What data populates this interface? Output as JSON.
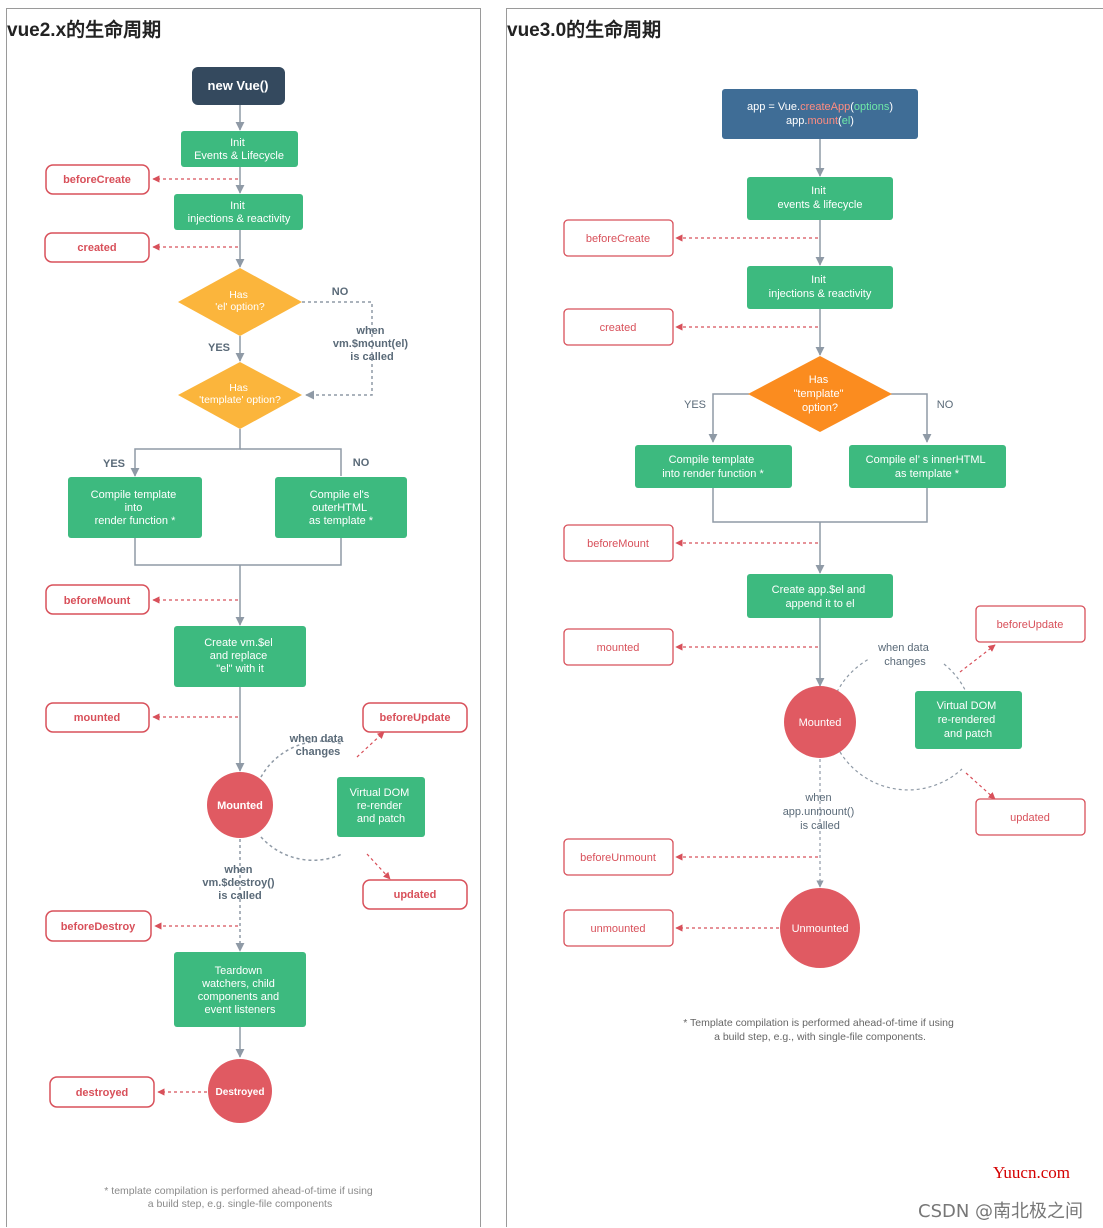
{
  "vue2": {
    "title": "vue2.x的生命周期",
    "start": "new Vue()",
    "init_events": [
      "Init",
      "Events & Lifecycle"
    ],
    "init_injections": [
      "Init",
      "injections & reactivity"
    ],
    "has_el": [
      "Has",
      "'el' option?"
    ],
    "has_template": [
      "Has",
      "'template' option?"
    ],
    "label_no_1": "NO",
    "label_yes_1": "YES",
    "when_mount": [
      "when",
      "vm.$mount(el)",
      "is called"
    ],
    "label_yes_2": "YES",
    "label_no_2": "NO",
    "compile_template": [
      "Compile template",
      "into",
      "render function *"
    ],
    "compile_el": [
      "Compile el's",
      "outerHTML",
      "as template *"
    ],
    "create_el": [
      "Create vm.$el",
      "and replace",
      "\"el\" with it"
    ],
    "mounted_circle": "Mounted",
    "when_data_changes": [
      "when data",
      "changes"
    ],
    "virtual_dom": [
      "Virtual DOM",
      "re-render",
      "and patch"
    ],
    "when_destroy": [
      "when",
      "vm.$destroy()",
      "is called"
    ],
    "teardown": [
      "Teardown",
      "watchers, child",
      "components and",
      "event listeners"
    ],
    "destroyed_circle": "Destroyed",
    "hooks": {
      "beforeCreate": "beforeCreate",
      "created": "created",
      "beforeMount": "beforeMount",
      "mounted": "mounted",
      "beforeUpdate": "beforeUpdate",
      "updated": "updated",
      "beforeDestroy": "beforeDestroy",
      "destroyed": "destroyed"
    },
    "footnote": [
      "* template compilation is performed ahead-of-time if using",
      "a build step, e.g. single-file components"
    ]
  },
  "vue3": {
    "title": "vue3.0的生命周期",
    "start_line1": [
      "app = Vue.",
      "createApp",
      "(",
      "options",
      ")"
    ],
    "start_line2": [
      "app.",
      "mount",
      "(",
      "el",
      ")"
    ],
    "init_events": [
      "Init",
      "events & lifecycle"
    ],
    "init_injections": [
      "Init",
      "injections & reactivity"
    ],
    "has_template": [
      "Has",
      "\"template\"",
      "option?"
    ],
    "label_yes": "YES",
    "label_no": "NO",
    "compile_template": [
      "Compile template",
      "into render function *"
    ],
    "compile_el": [
      "Compile el’ s innerHTML",
      "as template *"
    ],
    "create_el": [
      "Create app.$el and",
      "append it to el"
    ],
    "mounted_circle": "Mounted",
    "when_data_changes": [
      "when data",
      "changes"
    ],
    "virtual_dom": [
      "Virtual DOM",
      "re-rendered",
      "and patch"
    ],
    "when_unmount": [
      "when",
      "app.unmount()",
      "is called"
    ],
    "unmounted_circle": "Unmounted",
    "hooks": {
      "beforeCreate": "beforeCreate",
      "created": "created",
      "beforeMount": "beforeMount",
      "mounted": "mounted",
      "beforeUpdate": "beforeUpdate",
      "updated": "updated",
      "beforeUnmount": "beforeUnmount",
      "unmounted": "unmounted"
    },
    "footnote": [
      "* Template compilation is performed ahead-of-time if using",
      "a build step, e.g., with single-file components."
    ]
  },
  "watermark": {
    "site": "Yuucn.com",
    "csdn": "CSDN @南北极之间"
  },
  "colors": {
    "green": "#3dba7f",
    "dark_navy": "#34495e",
    "steel_blue": "#3f6d96",
    "yellow": "#fbb53c",
    "orange": "#fb8c1f",
    "red": "#e05a62",
    "hook_red": "#d8505a",
    "gray_line": "#8f9aa6",
    "text_gray": "#5a6a78"
  }
}
